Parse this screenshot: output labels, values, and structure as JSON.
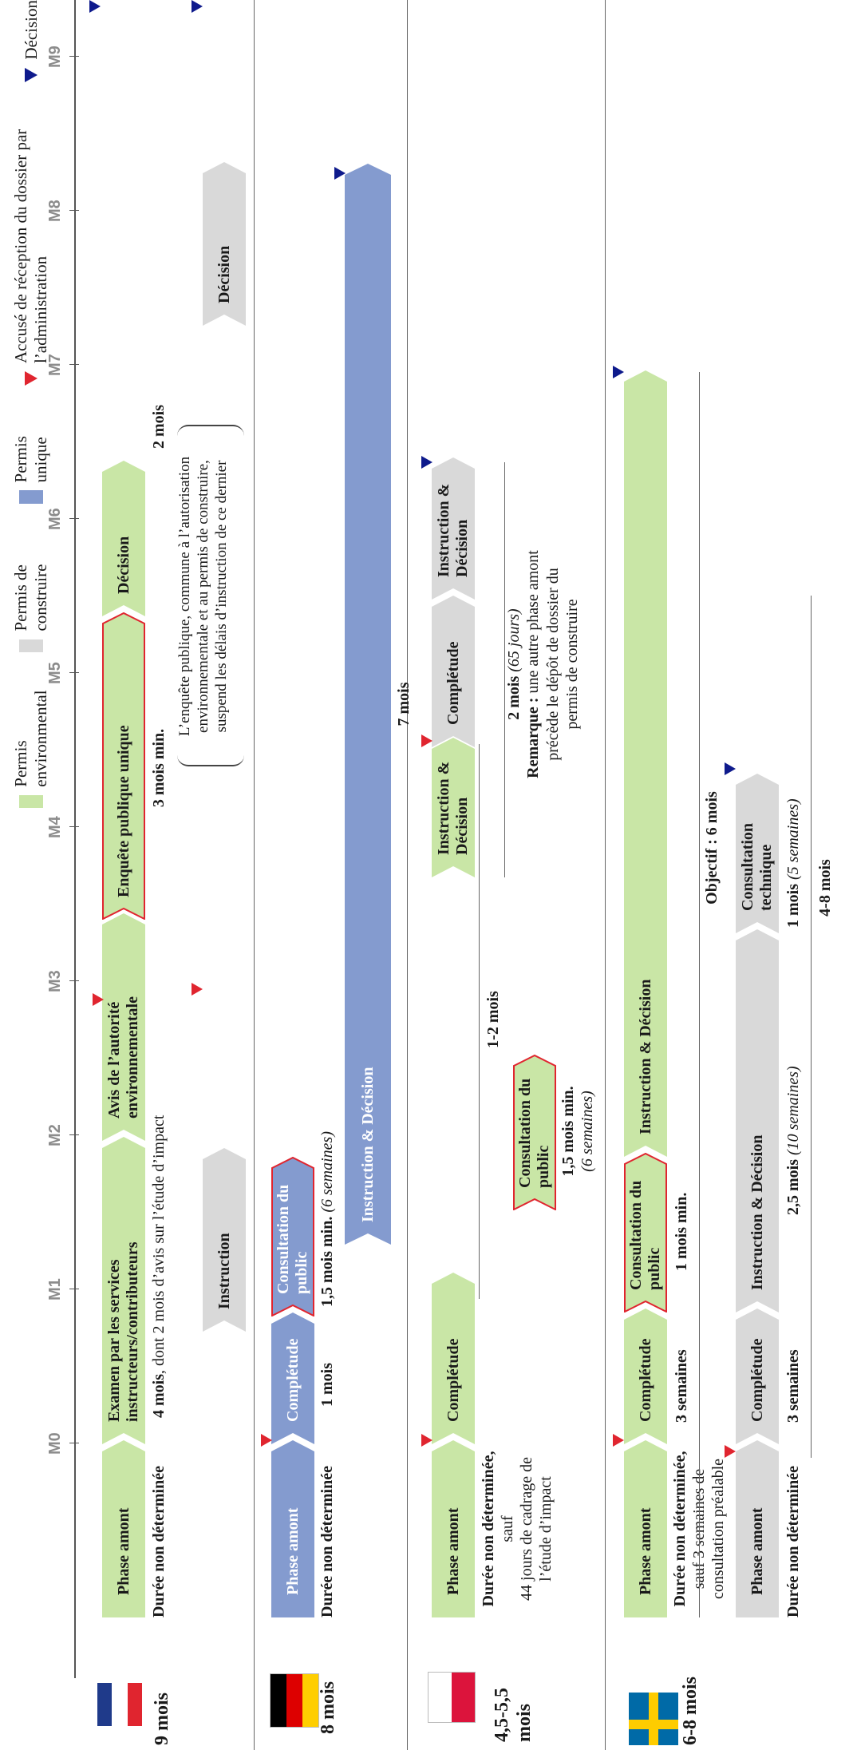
{
  "legend": {
    "environmental": "Permis environmental",
    "construction": "Permis de construire",
    "unique": "Permis unique",
    "receipt": "Accusé de réception du dossier par l’administration",
    "decision": "Décision"
  },
  "colors": {
    "green": "#c9e6a6",
    "grey": "#d9d9d9",
    "blue": "#849bcf",
    "red": "#e0252f",
    "navy": "#0e1a8c"
  },
  "months": [
    "M0",
    "M1",
    "M2",
    "M3",
    "M4",
    "M5",
    "M6",
    "M7",
    "M8",
    "M9"
  ],
  "france": {
    "total": "9 mois",
    "env": {
      "phase_amont": "Phase amont",
      "phase_amont_duration": "Durée non déterminée",
      "examen_1": "Examen par les services",
      "examen_2": "instructeurs/contributeurs",
      "examen_duration_bold": "4 mois",
      "examen_duration_rest": ", dont 2 mois d’avis sur l’étude d’impact",
      "avis_1": "Avis de l’autorité",
      "avis_2": "environnementale",
      "enquete": "Enquête publique unique",
      "enquete_duration": "3 mois min.",
      "decision": "Décision",
      "decision_duration": "2 mois"
    },
    "note_1": "L’enquête publique, commune à l’autorisation",
    "note_2": "environnementale et au permis de construire,",
    "note_3": "suspend les délais d’instruction de ce dernier",
    "construire": {
      "instruction": "Instruction",
      "decision": "Décision"
    }
  },
  "germany": {
    "total": "8 mois",
    "phase_amont": "Phase amont",
    "phase_amont_duration": "Durée non déterminée",
    "completude": "Complétude",
    "completude_duration": "1 mois",
    "consultation_1": "Consultation du",
    "consultation_2": "public",
    "consultation_duration_bold": "1,5 mois min.",
    "consultation_duration_rest": "(6 semaines)",
    "instruction": "Instruction & Décision",
    "instruction_duration": "7 mois"
  },
  "poland": {
    "total_1": "4,5-5,5",
    "total_2": "mois",
    "env": {
      "phase_amont": "Phase amont",
      "phase_amont_dur_1": "Durée non déterminée,",
      "phase_amont_dur_2": "sauf",
      "phase_amont_dur_3": "44 jours de cadrage de",
      "phase_amont_dur_4": "l’étude d’impact",
      "completude": "Complétude",
      "span_duration": "1-2 mois",
      "consultation_1": "Consultation du",
      "consultation_2": "public",
      "consultation_duration_bold": "1,5 mois min.",
      "consultation_duration_rest": "(6 semaines)",
      "instruction_1": "Instruction &",
      "instruction_2": "Décision"
    },
    "construire": {
      "completude": "Complétude",
      "instruction_1": "Instruction &",
      "instruction_2": "Décision",
      "duration_bold": "2 mois",
      "duration_rest": "(65 jours)",
      "remark_bold": "Remarque :",
      "remark_1": " une autre phase amont",
      "remark_2": "précède le dépôt de dossier du",
      "remark_3": "permis de construire"
    }
  },
  "sweden": {
    "total": "6-8 mois",
    "env": {
      "phase_amont": "Phase amont",
      "phase_amont_dur_1": "Durée non déterminée,",
      "phase_amont_dur_2": "sauf 3 semaines de",
      "phase_amont_dur_3": "consultation préalable",
      "completude": "Complétude",
      "completude_duration": "3 semaines",
      "consultation_1": "Consultation du",
      "consultation_2": "public",
      "consultation_duration": "1 mois min.",
      "instruction": "Instruction & Décision",
      "objective": "Objectif : 6 mois"
    },
    "construire": {
      "phase_amont": "Phase amont",
      "phase_amont_duration": "Durée non déterminée",
      "completude": "Complétude",
      "completude_duration": "3 semaines",
      "instruction": "Instruction & Décision",
      "instruction_duration_bold": "2,5 mois",
      "instruction_duration_rest": "(10 semaines)",
      "consultation_1": "Consultation",
      "consultation_2": "technique",
      "consultation_duration_bold": "1 mois",
      "consultation_duration_rest": "(5 semaines)",
      "total_span": "4-8 mois"
    }
  }
}
